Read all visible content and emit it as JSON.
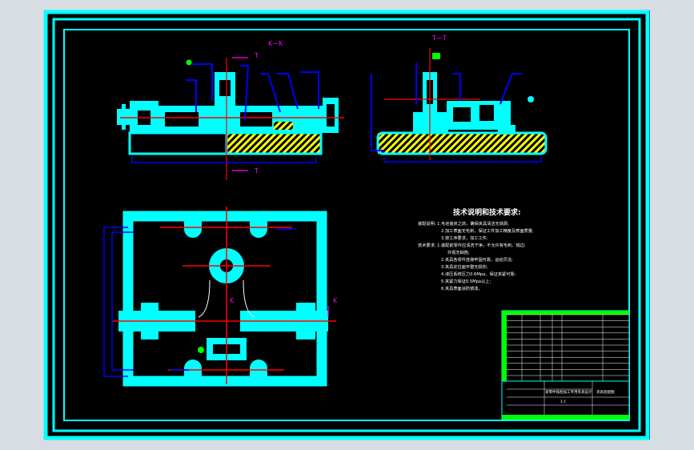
{
  "colors": {
    "background": "#000000",
    "frame": "#00ffff",
    "hatch": "#ffff00",
    "centerline": "#ff0000",
    "leader": "#0000ff",
    "text": "#ffffff",
    "title_block": "#00ff00"
  },
  "views": {
    "section_kk_label": "K—K",
    "section_tt_label": "T—T",
    "cut_mark_t_top": "T",
    "cut_mark_t_bottom": "T",
    "cut_mark_k_right": "K",
    "cut_mark_k_center": "K"
  },
  "notes": {
    "title": "技术说明和技术要求:",
    "lines": [
      "装配说明: 1.毛坯装夹之前，确保夹具清洁无铁屑;",
      "2.加工表面无毛刺，保证工件加工精度及表面质量;",
      "3.按工序要求，加工工件;",
      "技术要求: 1.装配前零件应清洗干净，不允许有毛刺、锐边;",
      "外观无缺陷;",
      "2.夹具各零件连接牢固可靠，运动灵活;",
      "3.夹具定位面平整无损伤;",
      "4.液压系统压力0.6Mpa，保证夹紧可靠;",
      "5.夹紧力保证0.5Mpa以上;",
      "6.夹具表面涂防锈漆。"
    ]
  },
  "title_block": {
    "drawing_title": "某零件铣削加工专用夹具设计",
    "drawing_subtitle": "夹具装配图",
    "scale": "1:1"
  }
}
